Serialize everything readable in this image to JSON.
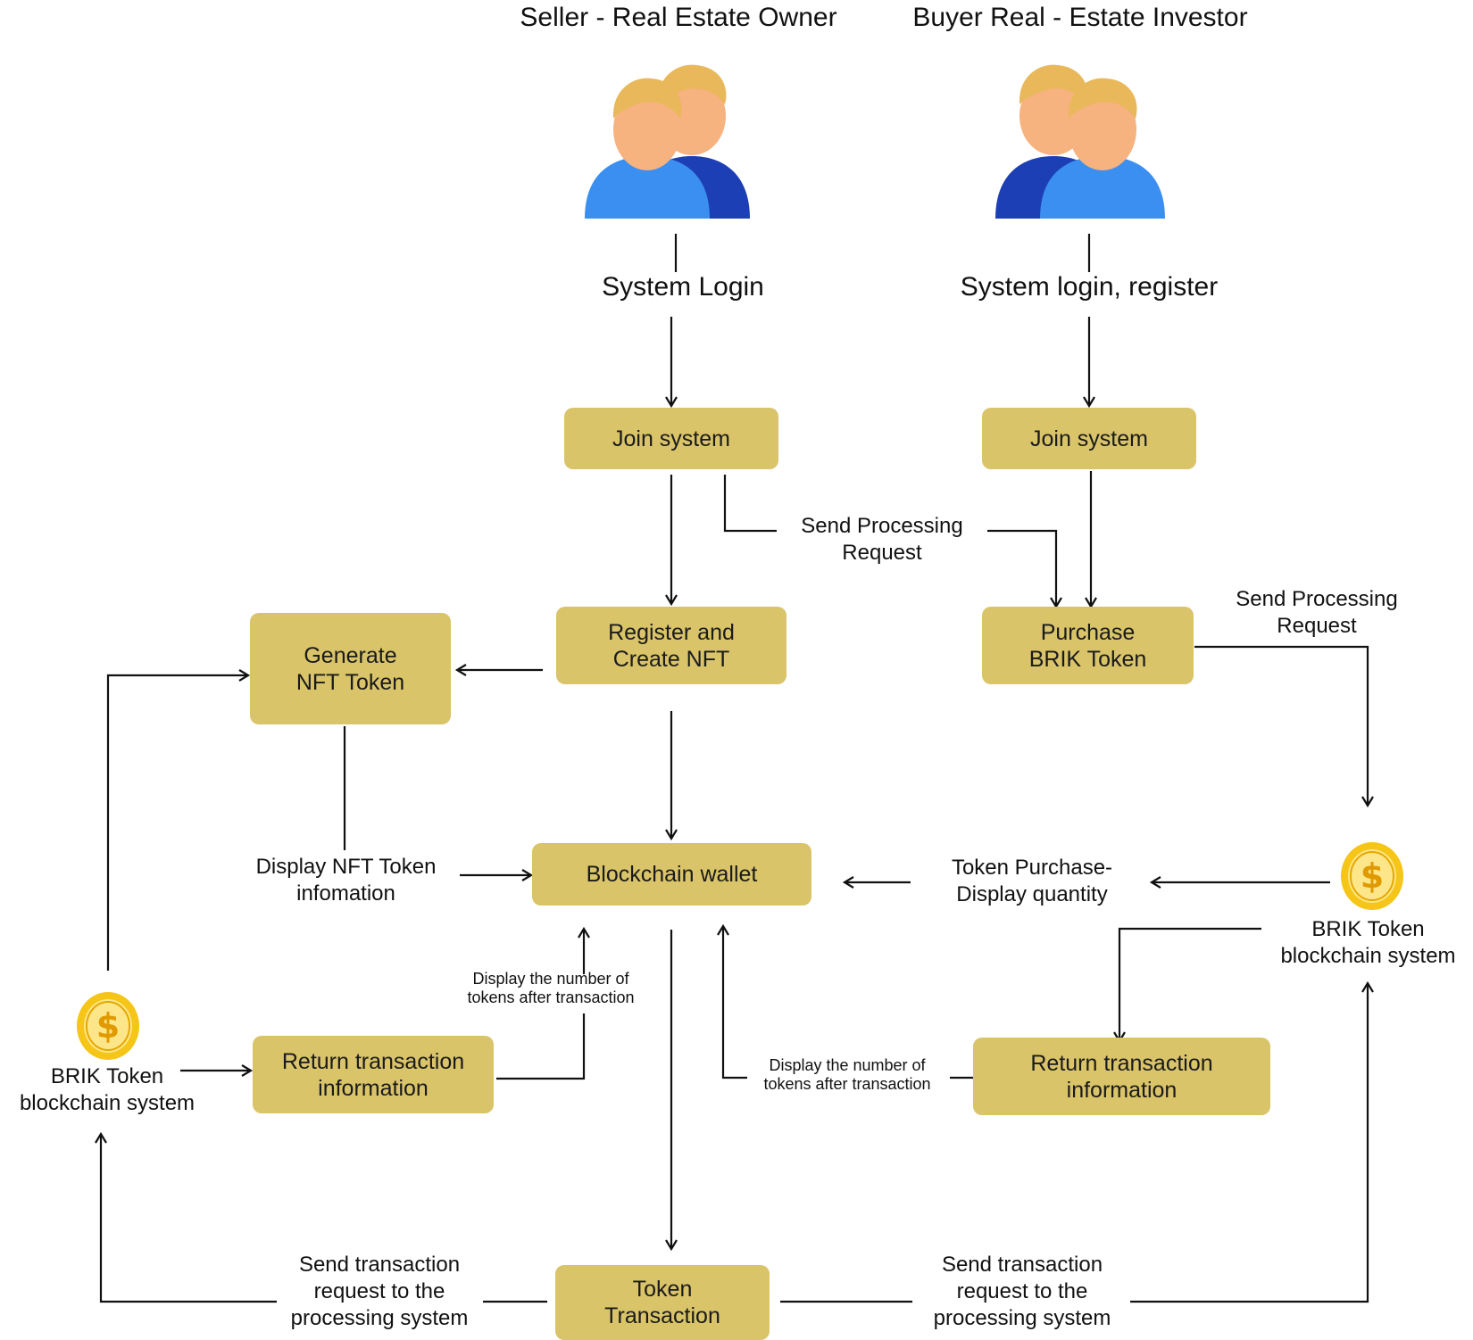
{
  "actors": {
    "seller": "Seller - Real Estate Owner",
    "buyer": "Buyer Real - Estate Investor"
  },
  "steps": {
    "seller_login": "System Login",
    "buyer_login": "System login, register"
  },
  "boxes": {
    "seller_join": "Join system",
    "buyer_join": "Join system",
    "register_nft": "Register and\nCreate NFT",
    "generate_nft": "Generate\nNFT Token",
    "purchase_brik": "Purchase\nBRIK Token",
    "wallet": "Blockchain wallet",
    "return_left": "Return transaction\ninformation",
    "return_right": "Return transaction\ninformation",
    "token_tx": "Token\nTransaction"
  },
  "labels": {
    "send_request_mid": "Send Processing\nRequest",
    "send_request_right": "Send Processing\nRequest",
    "display_nft_info": "Display NFT Token\ninfomation",
    "token_purchase_display": "Token Purchase-\nDisplay quantity",
    "display_tokens_left": "Display the number of\ntokens after transaction",
    "display_tokens_right": "Display the number of\ntokens after transaction",
    "send_tx_left": "Send transaction\nrequest to the\nprocessing system",
    "send_tx_right": "Send transaction\nrequest to the\nprocessing system",
    "brik_left": "BRIK Token\nblockchain system",
    "brik_right": "BRIK Token\nblockchain system"
  },
  "icons": {
    "seller_icon": "people-icon",
    "buyer_icon": "people-icon",
    "coin_icon": "dollar-coin-icon"
  },
  "colors": {
    "box_fill": "#d9c46a",
    "coin": "#f5c518",
    "person_front_shirt": "#3a8ff0",
    "person_back_shirt": "#1d3fb5",
    "skin": "#f6b27f",
    "hair": "#e9b85a"
  }
}
